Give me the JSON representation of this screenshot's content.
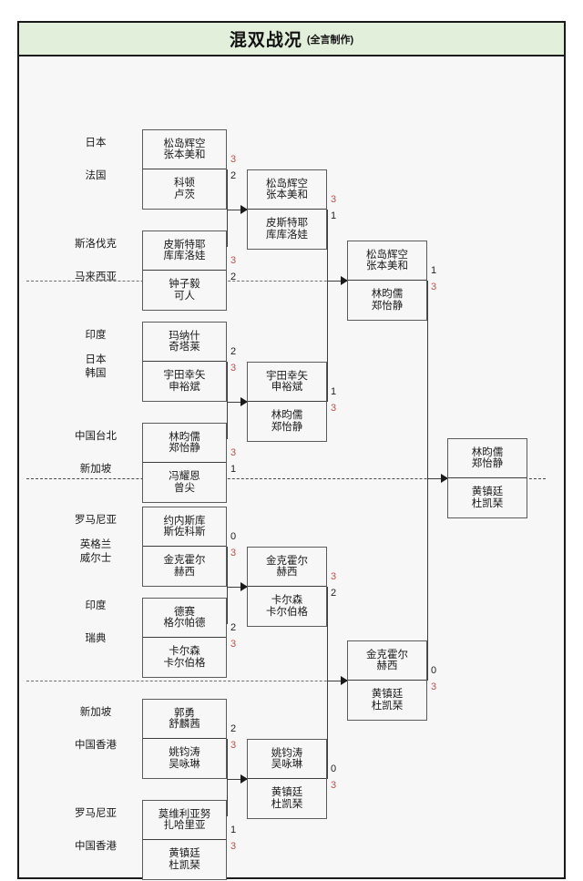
{
  "header": {
    "title_main": "混双战况",
    "title_sub": "(全言制作)"
  },
  "colors": {
    "title_bg": "#e2efda",
    "frame_border": "#1a1a1a",
    "win_score": "#c0504d",
    "lose_score": "#222222",
    "box_border": "#5b5b5b",
    "canvas_bg": "#f7f7f7"
  },
  "bracket": {
    "round1": [
      {
        "id": "r1-m1",
        "countries": [
          "日本",
          "法国"
        ],
        "top": {
          "p1": "松岛辉空",
          "p2": "张本美和",
          "score": "3",
          "winner": true
        },
        "bottom": {
          "p1": "科顿",
          "p2": "卢茨",
          "score": "2",
          "winner": false
        }
      },
      {
        "id": "r1-m2",
        "countries": [
          "斯洛伐克",
          "马来西亚"
        ],
        "top": {
          "p1": "皮斯特耶",
          "p2": "库库洛娃",
          "score": "3",
          "winner": true
        },
        "bottom": {
          "p1": "钟子毅",
          "p2": "可人",
          "score": "2",
          "winner": false
        }
      },
      {
        "id": "r1-m3",
        "countries": [
          "印度",
          "日本\n韩国"
        ],
        "top": {
          "p1": "玛纳什",
          "p2": "奇塔莱",
          "score": "2",
          "winner": false
        },
        "bottom": {
          "p1": "宇田幸矢",
          "p2": "申裕斌",
          "score": "3",
          "winner": true
        }
      },
      {
        "id": "r1-m4",
        "countries": [
          "中国台北",
          "新加坡"
        ],
        "top": {
          "p1": "林昀儒",
          "p2": "郑怡静",
          "score": "3",
          "winner": true
        },
        "bottom": {
          "p1": "冯耀恩",
          "p2": "曾尖",
          "score": "1",
          "winner": false
        }
      },
      {
        "id": "r1-m5",
        "countries": [
          "罗马尼亚",
          "英格兰\n威尔士"
        ],
        "top": {
          "p1": "约内斯库",
          "p2": "斯佐科斯",
          "score": "0",
          "winner": false
        },
        "bottom": {
          "p1": "金克霍尔",
          "p2": "赫西",
          "score": "3",
          "winner": true
        }
      },
      {
        "id": "r1-m6",
        "countries": [
          "印度",
          "瑞典"
        ],
        "top": {
          "p1": "德赛",
          "p2": "格尔帕德",
          "score": "2",
          "winner": false
        },
        "bottom": {
          "p1": "卡尔森",
          "p2": "卡尔伯格",
          "score": "3",
          "winner": true
        }
      },
      {
        "id": "r1-m7",
        "countries": [
          "新加坡",
          "中国香港"
        ],
        "top": {
          "p1": "郭勇",
          "p2": "舒麟茜",
          "score": "2",
          "winner": false
        },
        "bottom": {
          "p1": "姚钧涛",
          "p2": "吴咏琳",
          "score": "3",
          "winner": true
        }
      },
      {
        "id": "r1-m8",
        "countries": [
          "罗马尼亚",
          "中国香港"
        ],
        "top": {
          "p1": "莫维利亚努",
          "p2": "扎哈里亚",
          "score": "1",
          "winner": false
        },
        "bottom": {
          "p1": "黄镇廷",
          "p2": "杜凯琹",
          "score": "3",
          "winner": true
        }
      }
    ],
    "round2": [
      {
        "id": "r2-m1",
        "top": {
          "p1": "松岛辉空",
          "p2": "张本美和",
          "score": "3",
          "winner": true
        },
        "bottom": {
          "p1": "皮斯特耶",
          "p2": "库库洛娃",
          "score": "1",
          "winner": false
        }
      },
      {
        "id": "r2-m2",
        "top": {
          "p1": "宇田幸矢",
          "p2": "申裕斌",
          "score": "1",
          "winner": false
        },
        "bottom": {
          "p1": "林昀儒",
          "p2": "郑怡静",
          "score": "3",
          "winner": true
        }
      },
      {
        "id": "r2-m3",
        "top": {
          "p1": "金克霍尔",
          "p2": "赫西",
          "score": "3",
          "winner": true
        },
        "bottom": {
          "p1": "卡尔森",
          "p2": "卡尔伯格",
          "score": "2",
          "winner": false
        }
      },
      {
        "id": "r2-m4",
        "top": {
          "p1": "姚钧涛",
          "p2": "吴咏琳",
          "score": "0",
          "winner": false
        },
        "bottom": {
          "p1": "黄镇廷",
          "p2": "杜凯琹",
          "score": "3",
          "winner": true
        }
      }
    ],
    "round3": [
      {
        "id": "r3-m1",
        "top": {
          "p1": "松岛辉空",
          "p2": "张本美和",
          "score": "1",
          "winner": false
        },
        "bottom": {
          "p1": "林昀儒",
          "p2": "郑怡静",
          "score": "3",
          "winner": true
        }
      },
      {
        "id": "r3-m2",
        "top": {
          "p1": "金克霍尔",
          "p2": "赫西",
          "score": "0",
          "winner": false
        },
        "bottom": {
          "p1": "黄镇廷",
          "p2": "杜凯琹",
          "score": "3",
          "winner": true
        }
      }
    ],
    "final": [
      {
        "id": "final-m1",
        "top": {
          "p1": "林昀儒",
          "p2": "郑怡静",
          "score": "",
          "winner": false
        },
        "bottom": {
          "p1": "黄镇廷",
          "p2": "杜凯琹",
          "score": "",
          "winner": false
        }
      }
    ]
  }
}
